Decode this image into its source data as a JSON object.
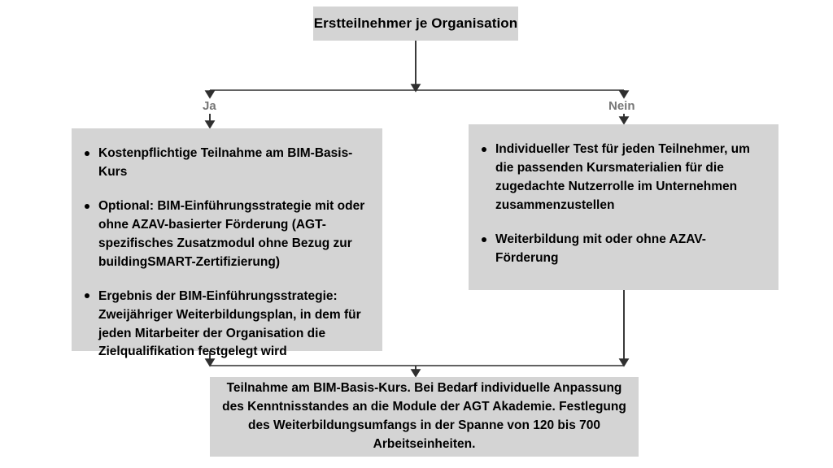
{
  "diagram": {
    "title_node": {
      "id": "erstteilnehmer",
      "text": "Erstteilnehmer je Organisation"
    },
    "branch_labels": {
      "yes": "Ja",
      "no": "Nein"
    },
    "yes_branch": {
      "bullets": [
        "Kostenpflichtige Teilnahme am BIM-Basis-Kurs",
        "Optional: BIM-Einführungsstrategie mit oder ohne AZAV-basierter Förderung (AGT-spezifisches Zusatzmodul ohne Bezug zur buildingSMART-Zertifizierung)",
        "Ergebnis der BIM-Einführungsstrategie: Zweijähriger Weiterbildungsplan, in dem für jeden Mitarbeiter der Organisation die Zielqualifikation festgelegt wird"
      ]
    },
    "no_branch": {
      "bullets": [
        "Individueller Test für jeden Teilnehmer, um die passenden Kursmaterialien für die zugedachte Nutzerrolle im Unternehmen zusammenzustellen",
        "Weiterbildung mit oder ohne AZAV-Förderung"
      ]
    },
    "outcome_node": {
      "text": "Teilnahme am BIM-Basis-Kurs. Bei Bedarf individuelle Anpassung des Kenntnisstandes an die Module der AGT Akademie. Festlegung des Weiterbildungsumfangs in der Spanne von 120 bis 700 Arbeitseinheiten."
    },
    "colors": {
      "node_fill": "#d4d4d4",
      "text": "#000000",
      "label_text": "#777777",
      "connector": "#3a3a3a",
      "background": "#ffffff"
    }
  }
}
